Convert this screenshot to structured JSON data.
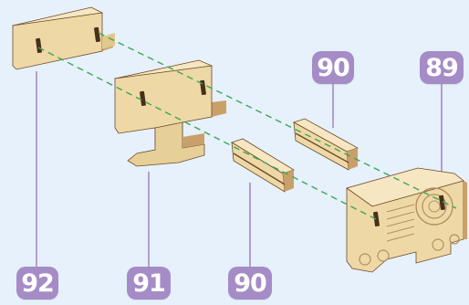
{
  "colors": {
    "background": "#e6f1fb",
    "badge": "#a58cc6",
    "badge_text": "#ffffff",
    "leader_line": "#a58cc6",
    "guide_line": "#3aa857",
    "wood_face": "#eed9a6",
    "wood_top": "#f6e7c2",
    "wood_edge": "#6e4a2b",
    "wood_side": "#c9a06a"
  },
  "labels": {
    "part_92": "92",
    "part_91": "91",
    "part_90_bottom": "90",
    "part_90_top": "90",
    "part_89": "89"
  },
  "icons": {
    "part_92": "wooden-bracket-piece",
    "part_91": "wooden-t-stand-piece",
    "part_90": "wooden-slat-piece",
    "part_89": "wooden-radio-front-piece"
  }
}
